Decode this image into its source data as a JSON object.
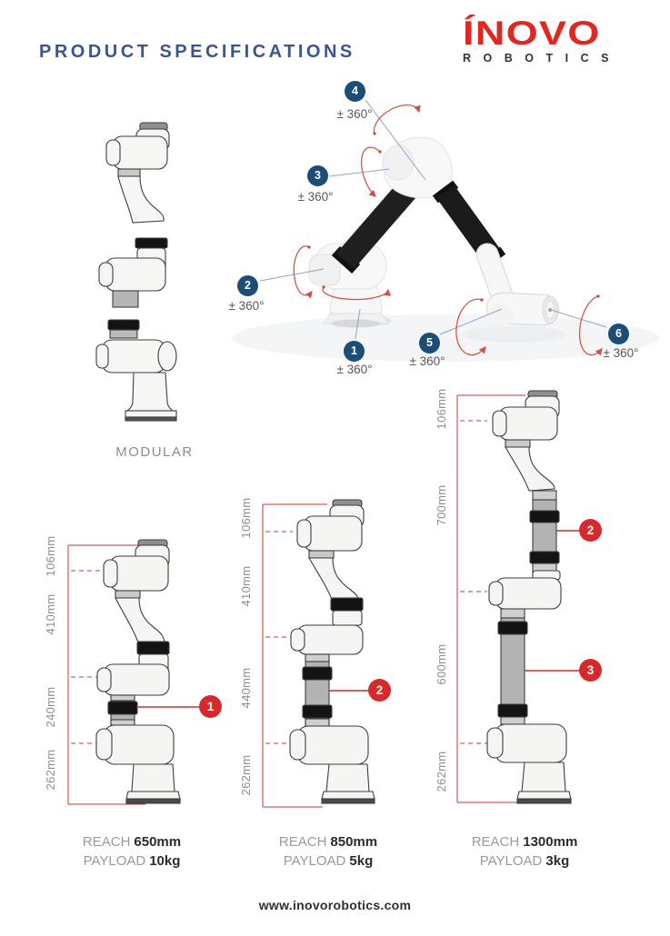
{
  "page": {
    "title": "PRODUCT SPECIFICATIONS"
  },
  "logo": {
    "wordmark": "ÍNOVO",
    "subtitle": "ROBOTICS"
  },
  "hero": {
    "joints": [
      {
        "num": "1",
        "range": "± 360°"
      },
      {
        "num": "2",
        "range": "± 360°"
      },
      {
        "num": "3",
        "range": "± 360°"
      },
      {
        "num": "4",
        "range": "± 360°"
      },
      {
        "num": "5",
        "range": "± 360°"
      },
      {
        "num": "6",
        "range": "± 360°"
      }
    ]
  },
  "modular": {
    "label": "MODULAR"
  },
  "models": [
    {
      "dims": [
        "106mm",
        "410mm",
        "240mm",
        "262mm"
      ],
      "module_badges": [
        "1"
      ],
      "reach_label": "REACH",
      "reach_value": "650mm",
      "payload_label": "PAYLOAD",
      "payload_value": "10kg"
    },
    {
      "dims": [
        "106mm",
        "410mm",
        "440mm",
        "262mm"
      ],
      "module_badges": [
        "2"
      ],
      "reach_label": "REACH",
      "reach_value": "850mm",
      "payload_label": "PAYLOAD",
      "payload_value": "5kg"
    },
    {
      "dims": [
        "106mm",
        "700mm",
        "600mm",
        "262mm"
      ],
      "module_badges": [
        "2",
        "3"
      ],
      "reach_label": "REACH",
      "reach_value": "1300mm",
      "payload_label": "PAYLOAD",
      "payload_value": "3kg"
    }
  ],
  "footer": {
    "url": "www.inovorobotics.com"
  },
  "colors": {
    "title_blue": "#3a578c",
    "joint_navy": "#1d4c77",
    "accent_red": "#d7282a",
    "dim_line_red": "#bf3b36",
    "logo_red": "#e02721",
    "text_gray": "#8e8e8e",
    "text_dark": "#2b2b2b"
  }
}
